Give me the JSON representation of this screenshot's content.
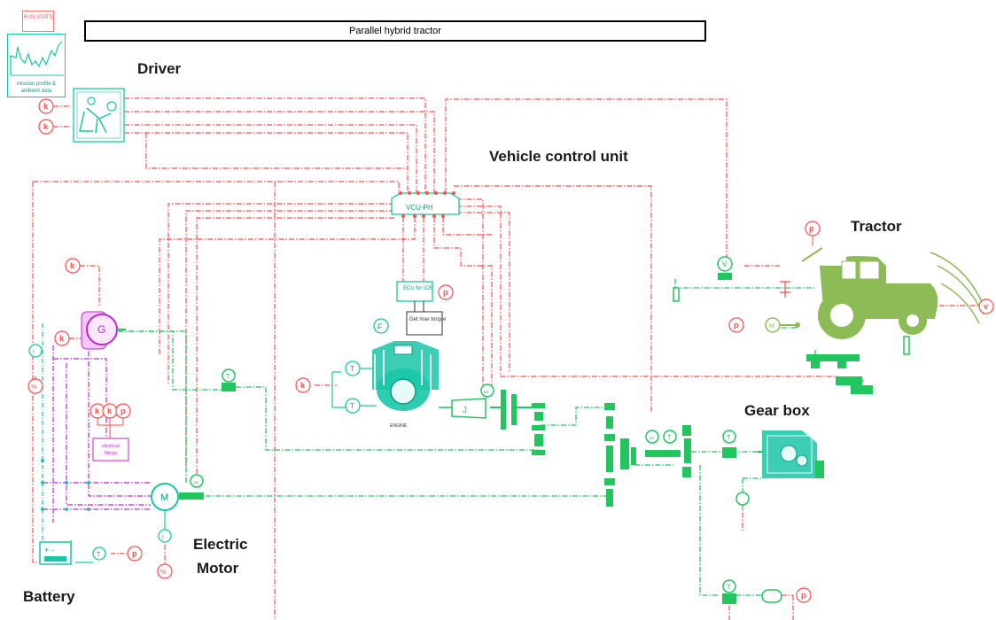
{
  "diagram": {
    "title": "Parallel hybrid tractor",
    "labels": {
      "driver": "Driver",
      "vcu": "Vehicle control unit",
      "tractor": "Tractor",
      "gear_box": "Gear box",
      "electric_motor_line1": "Electric",
      "electric_motor_line2": "Motor",
      "battery": "Battery"
    },
    "run_stats": "RUN STATS",
    "mission_caption": "mission profile & ambient data",
    "vcu_block": "VCU-PH",
    "ecu_block": "ECU for ICE",
    "torque_block": "Get max torque",
    "engine_label": "ENGINE",
    "electrical_fittings": "electrical fittings",
    "motor_symbol": "M",
    "generator_symbol": "G",
    "colors": {
      "signal": "#ff4d4d",
      "mechanical": "#22c55e",
      "electrical": "#c026d3",
      "component": "#19c6a8",
      "tractor": "#8dbb55"
    }
  }
}
